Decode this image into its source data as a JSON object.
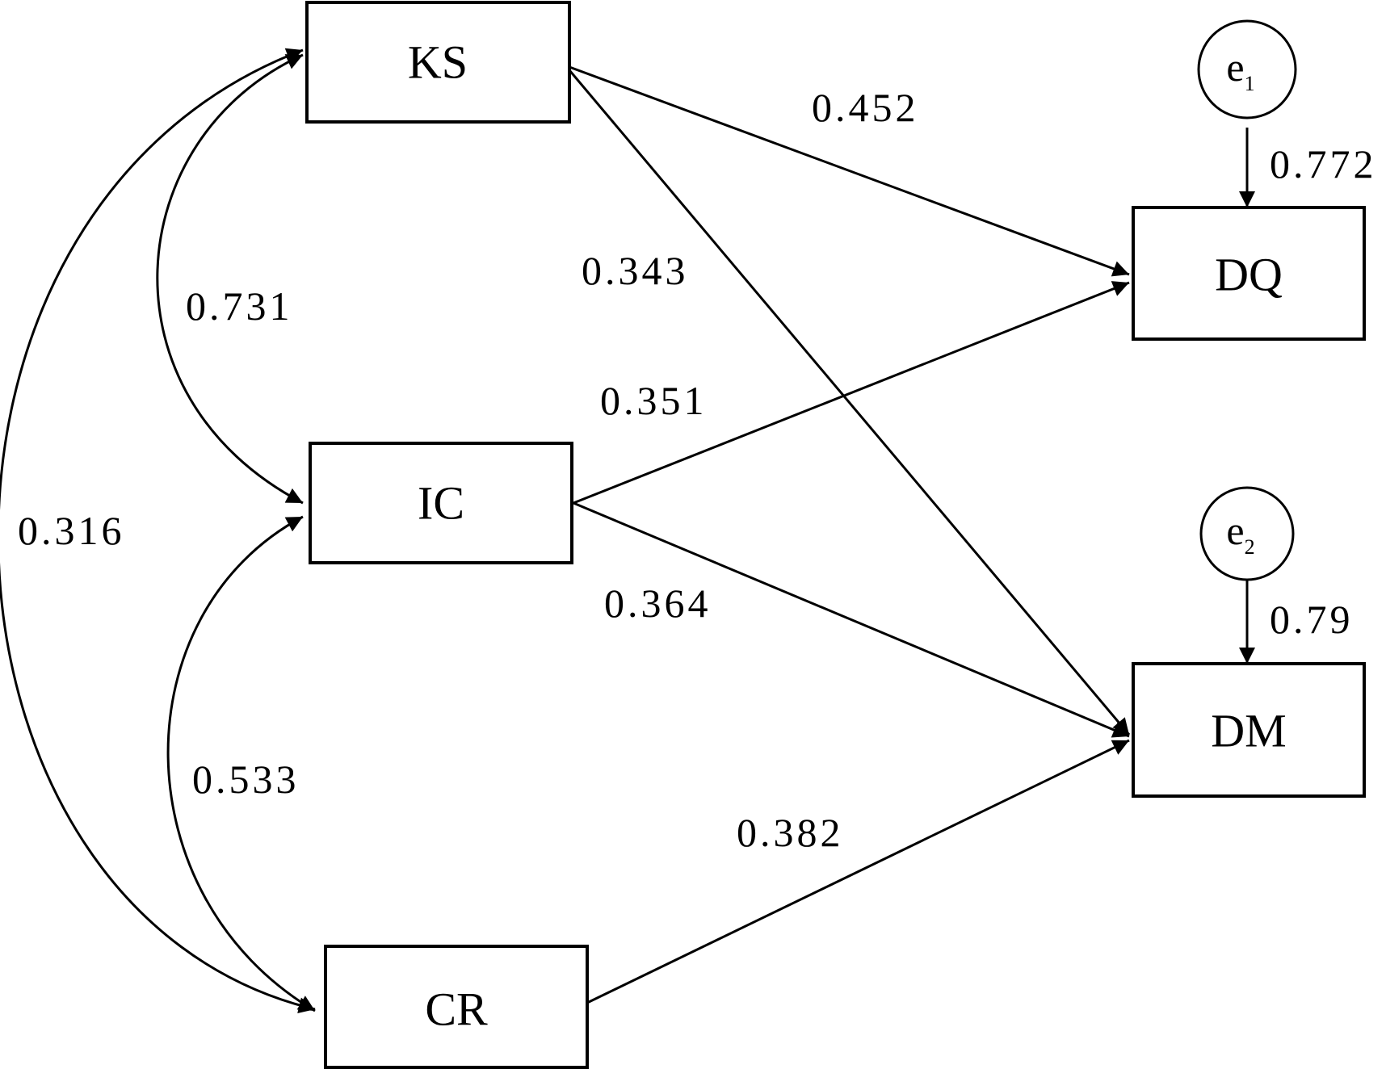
{
  "nodes": {
    "ks": "KS",
    "ic": "IC",
    "cr": "CR",
    "dq": "DQ",
    "dm": "DM"
  },
  "errors": {
    "e1": {
      "letter": "e",
      "sub": "1"
    },
    "e2": {
      "letter": "e",
      "sub": "2"
    }
  },
  "coefficients": {
    "ks_dq": "0.452",
    "ks_dm": "0.343",
    "ic_dq": "0.351",
    "ic_dm": "0.364",
    "cr_dm": "0.382",
    "ks_ic": "0.731",
    "ic_cr": "0.533",
    "ks_cr": "0.316",
    "e1_dq": "0.772",
    "e2_dm": "0.79"
  }
}
